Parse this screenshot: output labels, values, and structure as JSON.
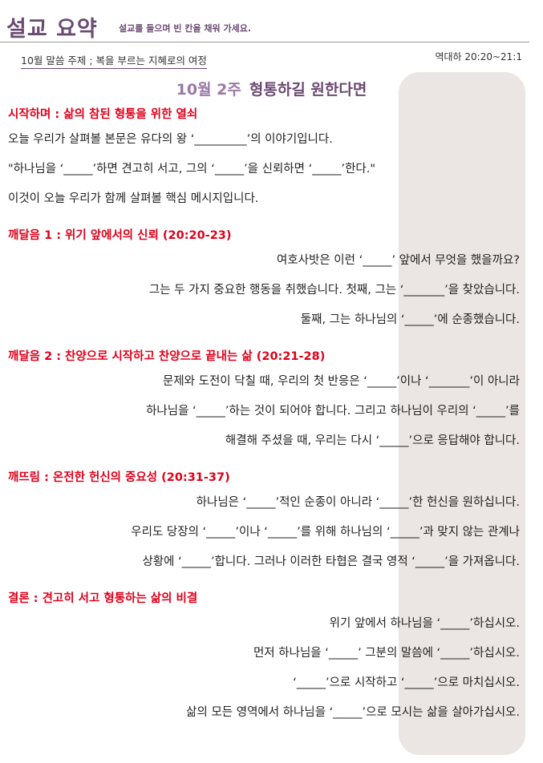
{
  "header": {
    "title": "설교 요약",
    "subtitle": "설교를 들으며 빈 칸을 채워 가세요.",
    "theme": "10월 말씀 주제 ; 복을 부르는 지혜로의 여정",
    "reference": "역대하 20:20~21:1",
    "week": "10월 2주",
    "sermon_title": "형통하길 원한다면"
  },
  "colors": {
    "accent": "#6b4a72",
    "heading": "#e0001a",
    "panel": "#ebe6e3"
  },
  "sections": [
    {
      "heading": "시작하며 : 삶의 참된 형통을 위한 열쇠",
      "lines": [
        "오늘 우리가 살펴볼 본문은 유다의 왕 ‘_________’의 이야기입니다.",
        "\"하나님을 ‘_____’하면 견고히 서고, 그의 ‘_____’을 신뢰하면 ‘_____’한다.\"",
        "이것이 오늘 우리가 함께 살펴볼 핵심 메시지입니다."
      ]
    },
    {
      "heading": "깨달음 1 : 위기 앞에서의 신뢰 (20:20-23)",
      "lines": [
        "여호사밧은 이런 ‘_____’ 앞에서 무엇을 했을까요?",
        "그는 두 가지 중요한 행동을 취했습니다. 첫째, 그는 ‘_______’을 찾았습니다.",
        "둘째, 그는 하나님의 ‘_____’에 순종했습니다."
      ]
    },
    {
      "heading": "깨달음 2 : 찬양으로 시작하고 찬양으로 끝내는 삶 (20:21-28)",
      "lines": [
        "문제와 도전이 닥칠 때, 우리의 첫 반응은 ‘_____’이나 ‘_______’이 아니라",
        "하나님을 ‘_____’하는 것이 되어야 합니다.  그리고 하나님이 우리의 ‘_____’를",
        "해결해 주셨을 때,  우리는 다시 ‘_____’으로 응답해야 합니다."
      ]
    },
    {
      "heading": "깨뜨림 : 온전한 헌신의 중요성 (20:31-37)",
      "lines": [
        "하나님은 ‘_____’적인 순종이 아니라 ‘_____’한 헌신을 원하십니다.",
        "우리도 당장의 ‘_____’이나 ‘_____’를 위해 하나님의 ‘_____’과  맞지 않는 관계나",
        "상황에 ‘_____’합니다. 그러나 이러한 타협은 결국 영적 ‘_____’을 가져옵니다."
      ]
    },
    {
      "heading": "결론 : 견고히 서고 형통하는 삶의 비결",
      "lines": [
        "위기 앞에서 하나님을 ‘_____’하십시오.",
        "먼저 하나님을 ‘_____’ 그분의 말씀에 ‘_____’하십시오.",
        "‘_____’으로 시작하고 ‘_____’으로 마치십시오.",
        "삶의 모든 영역에서 하나님을 ‘_____’으로 모시는 삶을 살아가십시오."
      ]
    }
  ]
}
